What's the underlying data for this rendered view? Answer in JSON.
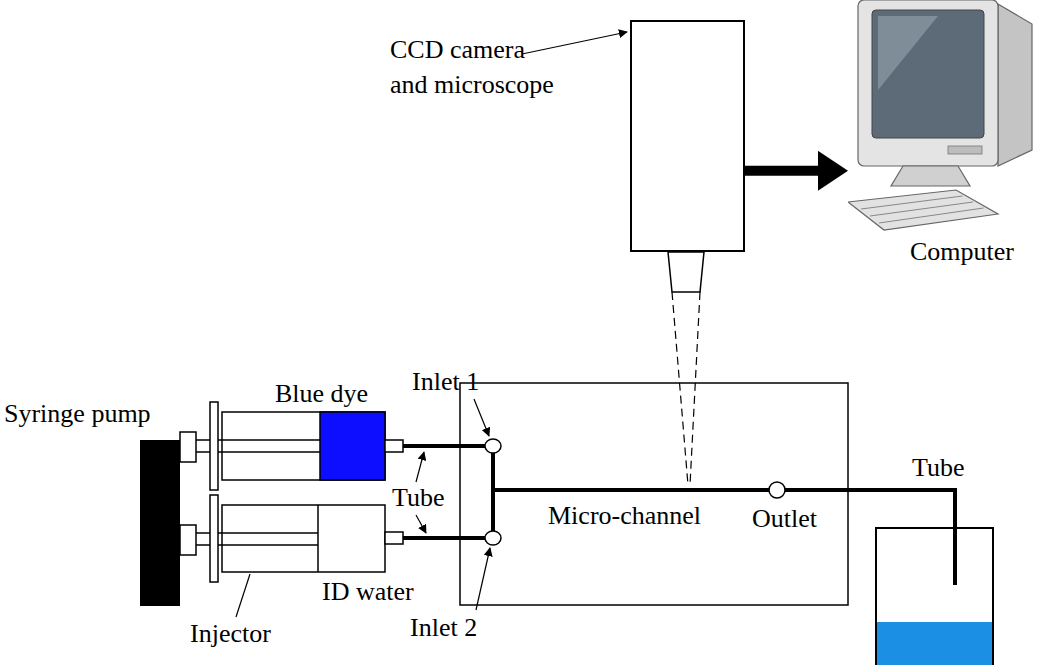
{
  "diagram": {
    "nodes": [
      {
        "text": [
          "CCD camera and microscope"
        ]
      },
      {
        "text": [
          "Computer"
        ]
      }
    ],
    "edges": [
      {
        "from": 0,
        "to": 1,
        "arrow": "to"
      }
    ],
    "labels": [
      "Syringe pump",
      "Blue dye",
      "ID water",
      "Injector",
      "Tube",
      "Inlet 1",
      "Inlet 2",
      "Micro-channel",
      "Outlet",
      "Tube"
    ]
  }
}
